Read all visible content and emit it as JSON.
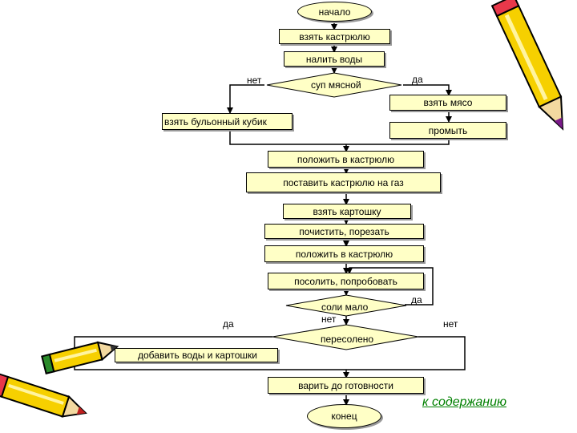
{
  "flowchart": {
    "start": "начало",
    "take_pot": "взять кастрюлю",
    "pour_water": "налить воды",
    "decision_meat_soup": "суп мясной",
    "no_left": "нет",
    "yes_right": "да",
    "take_meat": "взять мясо",
    "wash": "промыть",
    "take_cube": "взять бульонный кубик",
    "put_in_pot_1": "положить в кастрюлю",
    "put_on_gas": "поставить кастрюлю на газ",
    "take_potato": "взять картошку",
    "peel_cut": "почистить, порезать",
    "put_in_pot_2": "положить в кастрюлю",
    "salt_taste": "посолить, попробовать",
    "decision_little_salt": "соли мало",
    "little_salt_no": "нет",
    "little_salt_yes": "да",
    "yes_oversalted": "да",
    "no_oversalted": "нет",
    "decision_oversalted": "пересолено",
    "add_water_potato": "добавить воды и картошки",
    "cook_until_ready": "варить до готовности",
    "end": "конец"
  },
  "contents_link": "к содержанию",
  "colors": {
    "box_fill": "#ffffc6",
    "line": "#000000",
    "link": "#008000",
    "pencil_body": "#f6d000",
    "pencil_eraser": "#e8384a",
    "pencil_band": "#2a8a2a"
  },
  "icons": [
    "pencil-icon",
    "pencil-icon",
    "pencil-icon"
  ]
}
